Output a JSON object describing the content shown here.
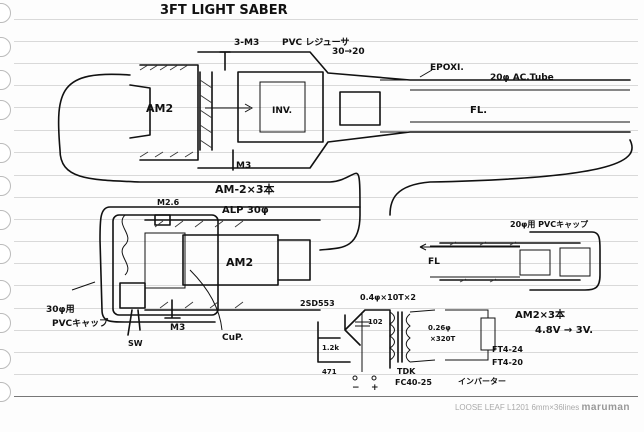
{
  "title": "3FT LIGHT SABER",
  "top_assembly": {
    "screws_label": "3-M3",
    "reducer_label": "PVC レジューサ",
    "reducer_size": "30→20",
    "epoxy_label": "EPOXI.",
    "tube_label": "20φ AC.Tube",
    "battery_label": "AM2",
    "inverter_label": "INV.",
    "lamp_label": "FL.",
    "bottom_screw_label": "M3",
    "battery_count_label": "AM-2×3本"
  },
  "hilt_assembly": {
    "screw_top_label": "M2.6",
    "pipe_label": "ALP 30φ",
    "battery_label": "AM2",
    "cap_label_line1": "30φ用",
    "cap_label_line2": "PVCキャップ",
    "switch_label": "SW",
    "screw_bottom_label": "M3",
    "contact_label": "CuP."
  },
  "tip_assembly": {
    "cap_label": "20φ用 PVCキャップ",
    "lamp_label": "FL"
  },
  "circuit": {
    "transistor_label": "2SD553",
    "primary_winding_label": "0.4φ×10T×2",
    "capacitor_label": "102",
    "resistor_label": "1.2k",
    "capacitor2_label": "471",
    "core_maker_label": "TDK",
    "core_label": "FC40-25",
    "secondary_winding_line1": "0.26φ",
    "secondary_winding_line2": "×320T",
    "lamp1_label": "FT4-24",
    "lamp2_label": "FT4-20",
    "caption": "インバーター",
    "minus_label": "−",
    "plus_label": "+"
  },
  "notes": {
    "battery_note": "AM2×3本",
    "voltage_note": "4.8V → 3V."
  },
  "footer": {
    "product": "LOOSE LEAF  L1201  6mm×36lines",
    "brand": "maruman"
  }
}
